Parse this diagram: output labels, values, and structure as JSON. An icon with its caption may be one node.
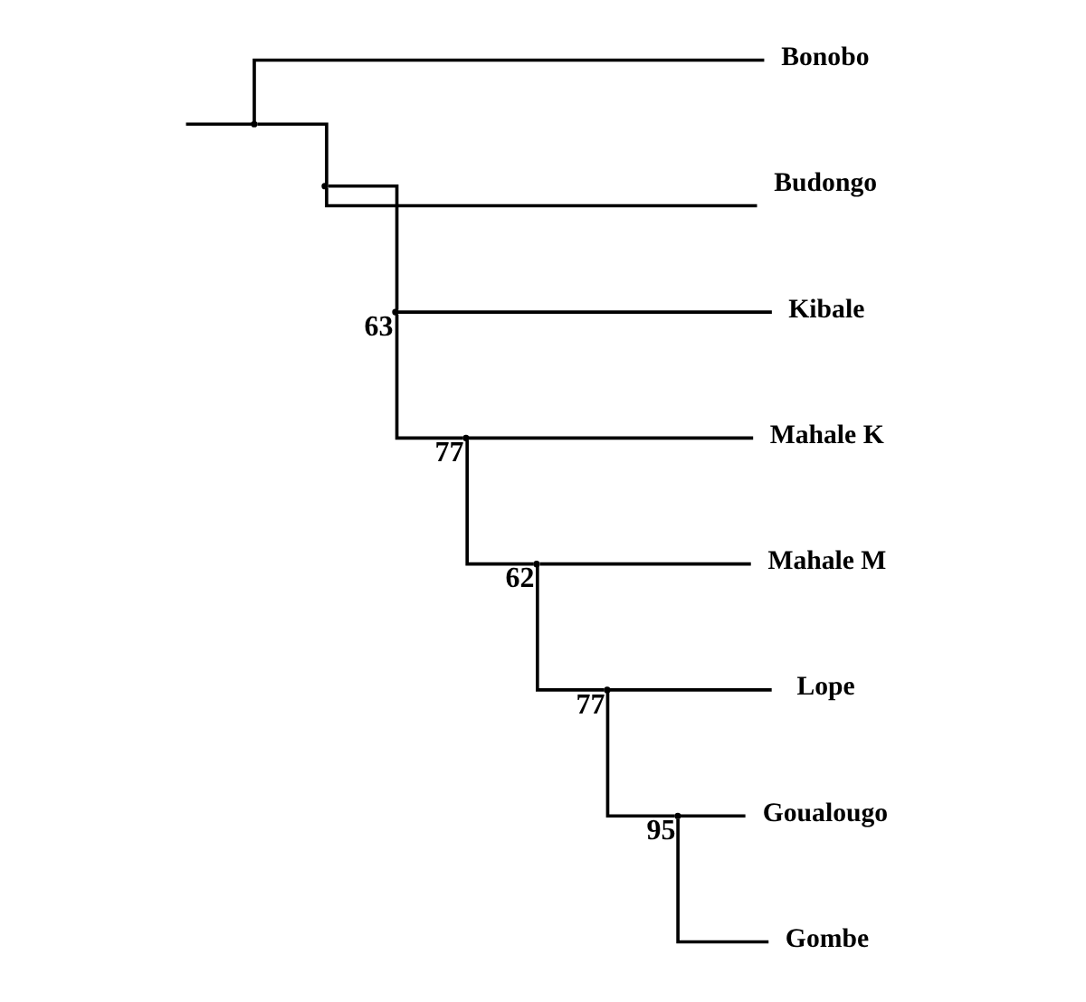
{
  "diagram": {
    "nodes": [
      {
        "text": [
          "Goualougo"
        ]
      },
      {
        "text": [
          "Gombe"
        ]
      },
      {
        "text": [
          "Lope"
        ]
      },
      {
        "text": [
          "Mahale M"
        ]
      },
      {
        "text": [
          "Mahale K"
        ]
      },
      {
        "text": [
          "Kibale"
        ]
      },
      {
        "text": [
          "Budongo"
        ]
      },
      {
        "text": [
          "Bonobo"
        ]
      },
      {
        "text": [],
        "shape": "point",
        "beside": [
          "95"
        ]
      },
      {
        "text": [],
        "shape": "point",
        "beside": [
          "77"
        ]
      },
      {
        "text": [],
        "shape": "point",
        "beside": [
          "62"
        ]
      },
      {
        "text": [],
        "shape": "point",
        "beside": [
          "77"
        ]
      },
      {
        "text": [],
        "shape": "point",
        "beside": [
          "63"
        ]
      },
      {
        "text": [],
        "shape": "point"
      },
      {
        "text": [],
        "shape": "point"
      }
    ],
    "edges": [
      {
        "from": 8,
        "to": 0,
        "arrow": "none"
      },
      {
        "from": 8,
        "to": 1,
        "arrow": "none"
      },
      {
        "from": 9,
        "to": 8,
        "arrow": "none"
      },
      {
        "from": 9,
        "to": 2,
        "arrow": "none"
      },
      {
        "from": 10,
        "to": 9,
        "arrow": "none"
      },
      {
        "from": 10,
        "to": 3,
        "arrow": "none"
      },
      {
        "from": 11,
        "to": 10,
        "arrow": "none"
      },
      {
        "from": 11,
        "to": 4,
        "arrow": "none"
      },
      {
        "from": 12,
        "to": 11,
        "arrow": "none"
      },
      {
        "from": 12,
        "to": 5,
        "arrow": "none"
      },
      {
        "from": 13,
        "to": 12,
        "arrow": "none"
      },
      {
        "from": 13,
        "to": 6,
        "arrow": "none"
      },
      {
        "from": 14,
        "to": 13,
        "arrow": "none"
      },
      {
        "from": 14,
        "to": 7,
        "arrow": "none"
      },
      {
        "from": null,
        "to": 14,
        "arrow": "none"
      }
    ]
  }
}
